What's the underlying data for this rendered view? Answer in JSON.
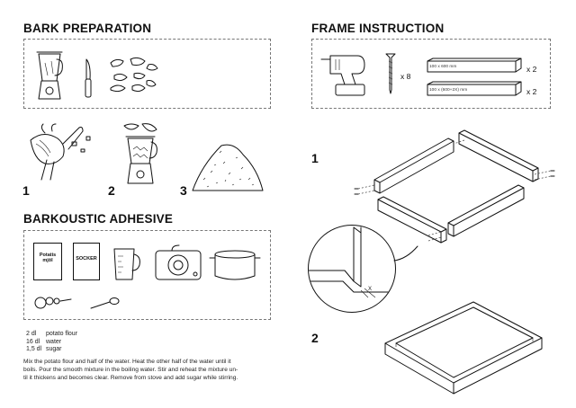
{
  "sections": {
    "bark": {
      "title": "BARK PREPARATION",
      "steps": [
        "1",
        "2",
        "3"
      ]
    },
    "adhesive": {
      "title": "BARKOUSTIC ADHESIVE",
      "packages": [
        "Potatis mjöl",
        "SOCKER"
      ],
      "ingredients": [
        {
          "amount": "2 dl",
          "name": "potato flour"
        },
        {
          "amount": "16 dl",
          "name": "water"
        },
        {
          "amount": "1,5 dl",
          "name": "sugar"
        }
      ],
      "instructions": [
        "Mix the potato flour and half of the water. Heat the other half of the water until it",
        "boils. Pour the smooth mixture in the boiling water. Stir and reheat the mixture un-",
        "til it thickens and becomes clear. Remove from stove and add sugar while stirring."
      ]
    },
    "frame": {
      "title": "FRAME INSTRUCTION",
      "screws_qty": "x 8",
      "boards": [
        {
          "label": "100 x 600 mm",
          "qty": "x 2"
        },
        {
          "label": "100 x (600+2X) mm",
          "qty": "x 2"
        }
      ],
      "steps": [
        "1",
        "2"
      ],
      "detail_label": "X"
    }
  }
}
